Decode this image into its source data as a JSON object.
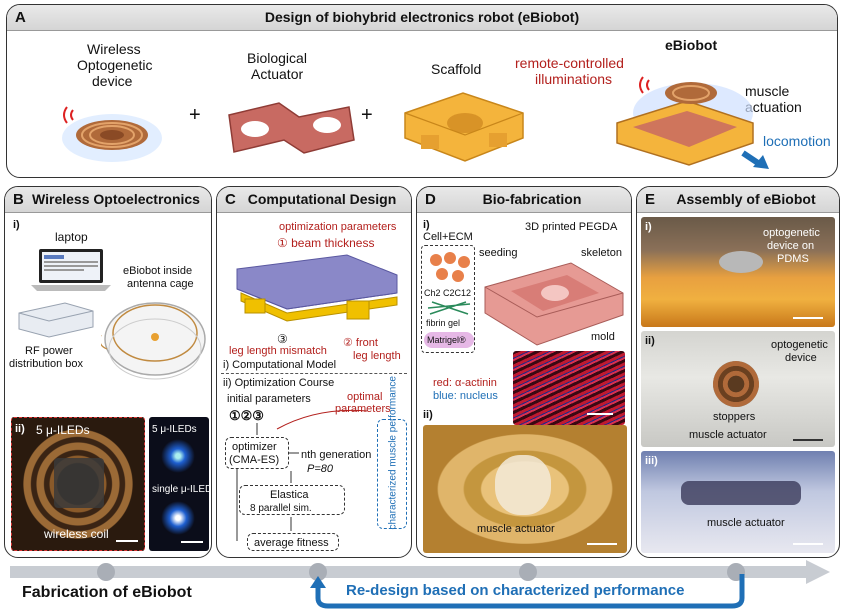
{
  "panel_a": {
    "letter": "A",
    "title": "Design of biohybrid electronics robot (eBiobot)",
    "device_label_1": "Wireless",
    "device_label_2": "Optogenetic",
    "device_label_3": "device",
    "actuator_label_1": "Biological",
    "actuator_label_2": "Actuator",
    "scaffold_label": "Scaffold",
    "plus": "+",
    "robot_label": "eBiobot",
    "remote_1": "remote-controlled",
    "remote_2": "illuminations",
    "muscle_1": "muscle",
    "muscle_2": "actuation",
    "locomotion": "locomotion"
  },
  "panel_b": {
    "letter": "B",
    "title": "Wireless Optoelectronics",
    "sub_i": "i)",
    "laptop": "laptop",
    "cage_1": "eBiobot inside",
    "cage_2": "antenna cage",
    "rf_1": "RF power",
    "rf_2": "distribution box",
    "sub_ii": "ii)",
    "ileds_5": "5 μ-ILEDs",
    "coil": "wireless coil",
    "ileds_5b": "5 μ-ILEDs",
    "iled_single": "single μ-ILED"
  },
  "panel_c": {
    "letter": "C",
    "title": "Computational Design",
    "opt_params": "optimization parameters",
    "beam": "① beam thickness",
    "leg_mismatch_1": "③",
    "leg_mismatch_2": "leg length mismatch",
    "front_1": "② front",
    "front_2": "leg length",
    "model": "i) Computational Model",
    "course": "ii) Optimization Course",
    "initial": "initial parameters",
    "circles": "①②③",
    "optimal_1": "optimal",
    "optimal_2": "parameters",
    "optimizer_1": "optimizer",
    "optimizer_2": "(CMA-ES)",
    "gen_1": "nth generation",
    "gen_2": "P=80",
    "elastica_1": "Elastica",
    "elastica_2": "8 parallel sim.",
    "fitness": "average fitness",
    "characterized": "characterized muscle performance"
  },
  "panel_d": {
    "letter": "D",
    "title": "Bio-fabrication",
    "sub_i": "i)",
    "cell": "Cell+ECM",
    "pegda": "3D printed PEGDA",
    "seeding": "seeding",
    "skeleton": "skeleton",
    "c2c12": "Ch2 C2C12",
    "fibrin": "fibrin gel",
    "matrigel": "Matrigel®",
    "mold": "mold",
    "actinin": "red: α-actinin",
    "nucleus": "blue: nucleus",
    "sub_ii": "ii)",
    "muscle_actuator": "muscle actuator"
  },
  "panel_e": {
    "letter": "E",
    "title": "Assembly of eBiobot",
    "sub_i": "i)",
    "opto_1": "optogenetic",
    "opto_2": "device on",
    "opto_3": "PDMS",
    "sub_ii": "ii)",
    "opto2_1": "optogenetic",
    "opto2_2": "device",
    "stoppers": "stoppers",
    "muscle_actuator": "muscle actuator",
    "sub_iii": "iii)",
    "muscle_actuator_2": "muscle actuator"
  },
  "bottom": {
    "fabrication": "Fabrication of eBiobot",
    "redesign": "Re-design based on characterized performance"
  }
}
